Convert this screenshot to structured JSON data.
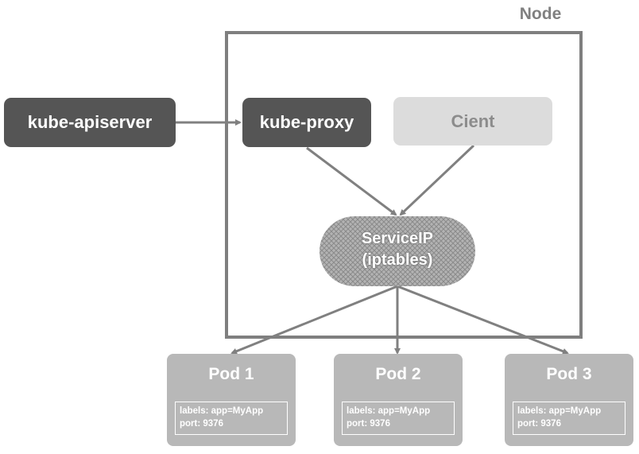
{
  "node": {
    "label": "Node"
  },
  "components": {
    "apiserver": "kube-apiserver",
    "proxy": "kube-proxy",
    "client": "Cient",
    "service_line1": "ServiceIP",
    "service_line2": "(iptables)"
  },
  "pods": [
    {
      "title": "Pod 1",
      "labels": "labels: app=MyApp",
      "port": "port: 9376"
    },
    {
      "title": "Pod 2",
      "labels": "labels: app=MyApp",
      "port": "port: 9376"
    },
    {
      "title": "Pod 3",
      "labels": "labels: app=MyApp",
      "port": "port: 9376"
    }
  ],
  "colors": {
    "dark_box": "#555555",
    "light_box": "#dcdcdc",
    "pod": "#b8b8b8",
    "border": "#7f7f7f",
    "arrow": "#808080"
  }
}
